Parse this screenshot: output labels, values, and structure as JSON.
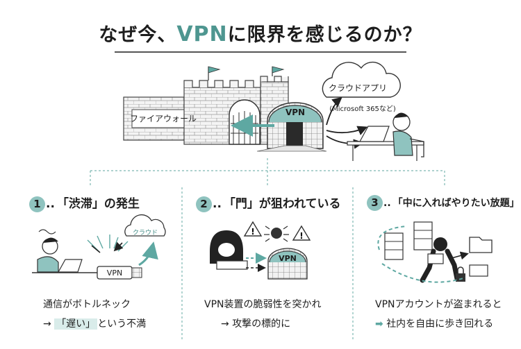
{
  "title": {
    "before": "なぜ今、",
    "highlight": "VPN",
    "after": "に限界を感じるのか？"
  },
  "top_scene": {
    "firewall_label": "ファイアウォール",
    "vpn_label": "VPN",
    "cloud_label": "クラウドアプリ",
    "cloud_sub": "(Microsoft 365など)"
  },
  "sections": [
    {
      "number": "1",
      "dots": "..",
      "heading": "「渋滞」の発生",
      "illus_label_vpn": "VPN",
      "illus_label_cloud": "クラウド",
      "line1": "通信がボトルネック",
      "line2_arrow": "→",
      "line2_hl": "「遅い」",
      "line2_rest": "という不満"
    },
    {
      "number": "2",
      "dots": "..",
      "heading": "「門」が狙われている",
      "illus_label_vpn": "VPN",
      "line1": "VPN装置の脆弱性を突かれ",
      "line2_arrow": "→",
      "line2_rest": "攻撃の標的に"
    },
    {
      "number": "3",
      "dots": "..",
      "heading": "「中に入ればやりたい放題」",
      "line1": "VPNアカウントが盗まれると",
      "line2_arrow": "➡",
      "line2_rest": "社内を自由に歩き回れる"
    }
  ],
  "colors": {
    "accent": "#5ea8a2",
    "accent_light": "#d9ecea",
    "ink": "#1d1d1d"
  }
}
